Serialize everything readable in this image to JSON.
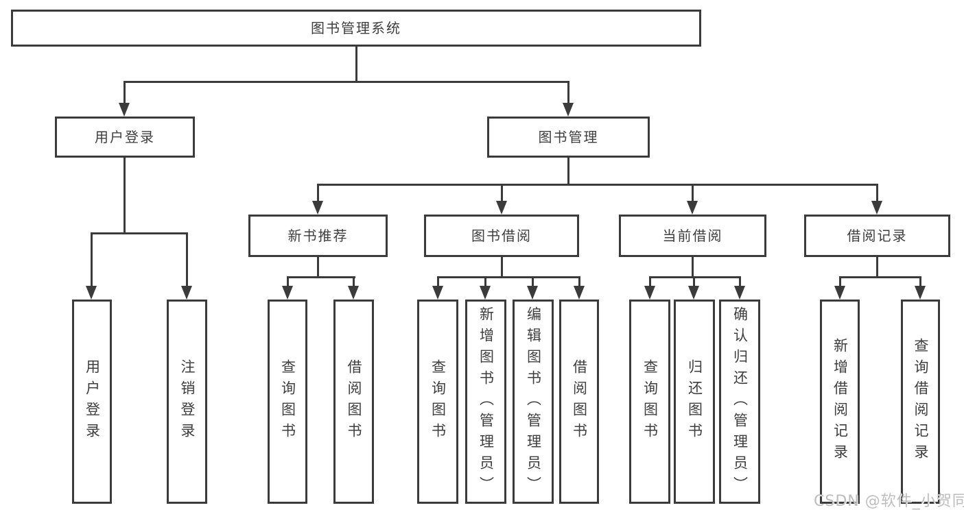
{
  "tree": {
    "root": {
      "label": "图书管理系统"
    },
    "branches": [
      {
        "label": "用户登录",
        "children": [
          {
            "label": "用户登录"
          },
          {
            "label": "注销登录"
          }
        ]
      },
      {
        "label": "图书管理",
        "children": [
          {
            "label": "新书推荐",
            "children": [
              {
                "label": "查询图书"
              },
              {
                "label": "借阅图书"
              }
            ]
          },
          {
            "label": "图书借阅",
            "children": [
              {
                "label": "查询图书"
              },
              {
                "label": "新增图书（管理员）"
              },
              {
                "label": "编辑图书（管理员）"
              },
              {
                "label": "借阅图书"
              }
            ]
          },
          {
            "label": "当前借阅",
            "children": [
              {
                "label": "查询图书"
              },
              {
                "label": "归还图书"
              },
              {
                "label": "确认归还（管理员）"
              }
            ]
          },
          {
            "label": "借阅记录",
            "children": [
              {
                "label": "新增借阅记录"
              },
              {
                "label": "查询借阅记录"
              }
            ]
          }
        ]
      }
    ]
  },
  "watermark": {
    "label": "CSDN @软件_小贺同学"
  },
  "colors": {
    "line": "#3b3b3b",
    "text": "#3e3e3e",
    "watermark": "#bdbdbd",
    "background": "#ffffff"
  }
}
